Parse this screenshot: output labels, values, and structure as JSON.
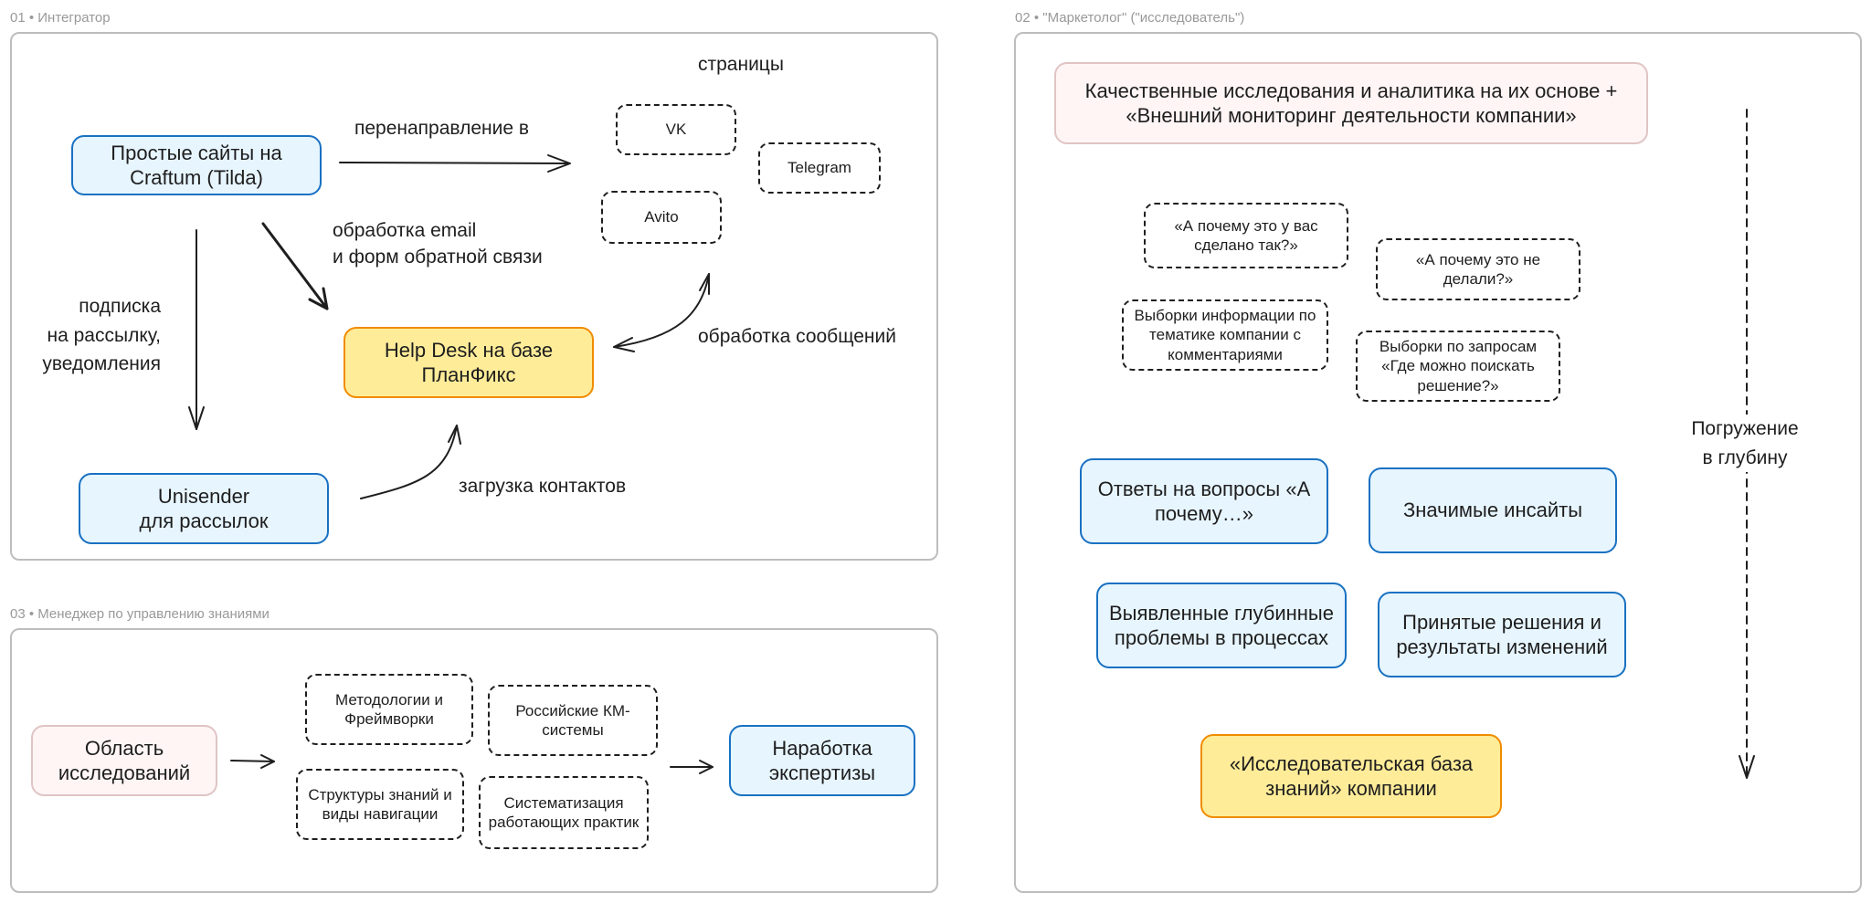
{
  "frames": {
    "integrator": "01 • Интегратор",
    "marketer": "02 • \"Маркетолог\" (\"исследователь\")",
    "knowledge": "03 • Менеджер по управлению знаниями"
  },
  "integrator": {
    "sites": "Простые сайты на Craftum (Tilda)",
    "unisender_line1": "Unisender",
    "unisender_line2": "для рассылок",
    "helpdesk": "Help Desk на базе ПланФикс",
    "pages_label": "страницы",
    "vk": "VK",
    "telegram": "Telegram",
    "avito": "Avito",
    "redirect_label": "перенаправление в",
    "email_label_line1": "обработка email",
    "email_label_line2": "и форм обратной связи",
    "subscribe_line1": "подписка",
    "subscribe_line2": "на рассылку,",
    "subscribe_line3": "уведомления",
    "messages_label": "обработка сообщений",
    "contacts_label": "загрузка контактов"
  },
  "marketer": {
    "top": "Качественные исследования и аналитика на их основе + «Внешний мониторинг деятельности компании»",
    "q_why_done": "«А почему это у вас сделано так?»",
    "q_why_not": "«А почему это не делали?»",
    "selections_topic": "Выборки информации по тематике компании с комментариями",
    "selections_query": "Выборки по запросам «Где можно поискать решение?»",
    "answers": "Ответы на вопросы «А почему…»",
    "insights": "Значимые инсайты",
    "problems": "Выявленные глубинные проблемы в процессах",
    "decisions": "Принятые решения и результаты изменений",
    "research_base": "«Исследовательская база знаний» компании",
    "depth_line1": "Погружение",
    "depth_line2": "в глубину"
  },
  "knowledge": {
    "area": "Область исследований",
    "methodologies": "Методологии и Фреймворки",
    "km_systems": "Российские КМ-системы",
    "structures": "Структуры знаний и виды навигации",
    "systematization": "Систематизация работающих практик",
    "expertise": "Наработка экспертизы"
  }
}
